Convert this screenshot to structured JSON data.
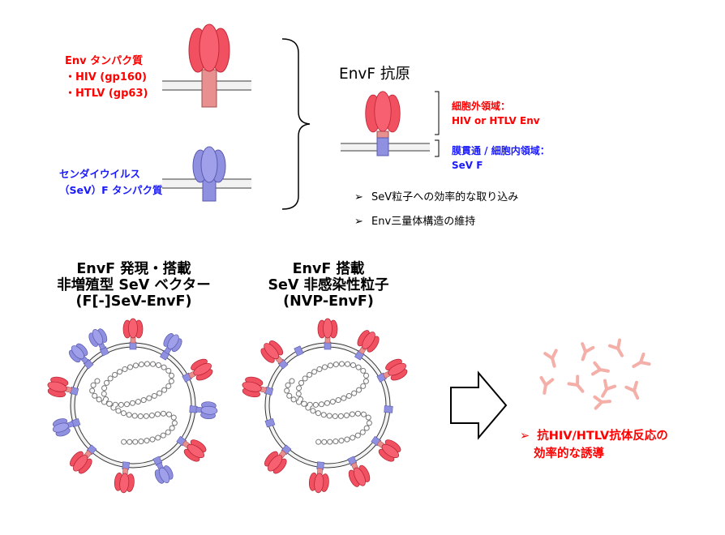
{
  "env_label": {
    "line1": "Env タンパク質",
    "line2": "・HIV (gp160)",
    "line3": "・HTLV (gp63)"
  },
  "sev_label": {
    "line1": "センダイウイルス",
    "line2": "（SeV）F タンパク質"
  },
  "envf_antigen": "EnvF 抗原",
  "ecto_domain": {
    "line1": "細胞外領域：",
    "line2": "HIV or HTLV Env"
  },
  "tm_domain": {
    "line1": "膜貫通 / 細胞内領域：",
    "line2": "SeV F"
  },
  "bullets": [
    {
      "marker": "➢",
      "text": "SeV粒子への効率的な取り込み"
    },
    {
      "marker": "➢",
      "text": "Env三量体構造の維持"
    }
  ],
  "vector_title": {
    "line1": "EnvF 発現・搭載",
    "line2": "非増殖型 SeV ベクター",
    "line3": "(F[-]SeV-EnvF)"
  },
  "nvp_title": {
    "line1": "EnvF 搭載",
    "line2": "SeV 非感染性粒子",
    "line3": "(NVP-EnvF)"
  },
  "result": {
    "marker": "➢",
    "line1": "抗HIV/HTLV抗体反応の",
    "line2": "効率的な誘導"
  },
  "colors": {
    "env": "#f05060",
    "sev": "#9090e0",
    "stalk": "#e89090",
    "red_text": "#ff0000",
    "blue_text": "#1a1aff",
    "antibody": "#f4b0a8"
  }
}
